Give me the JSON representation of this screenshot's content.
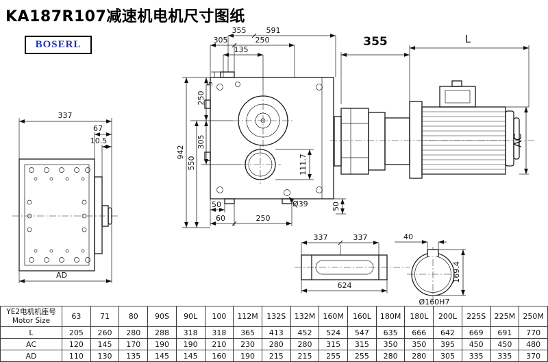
{
  "page": {
    "title": "KA187R107减速机电机尺寸图纸",
    "logo_text": "BOSERL",
    "accent_blue": "#2230ad",
    "line_color": "#1a1a1a"
  },
  "drawing": {
    "left_view": {
      "width_337": "337",
      "dim_67": "67",
      "dim_10_5": "10.5",
      "dim_AD": "AD"
    },
    "front_view": {
      "top_355": "355",
      "top_591": "591",
      "top_305": "305",
      "top_250": "250",
      "top_135": "135",
      "left_942": "942",
      "left_550": "550",
      "left_305": "305",
      "left_250": "250",
      "left_5": "5",
      "right_111_7": "111.7",
      "bottom_50_left": "50",
      "bottom_60": "60",
      "bottom_250": "250",
      "hole_dia": "Ø39",
      "bottom_50_right": "50"
    },
    "motor_view": {
      "dim_355": "355",
      "dim_L": "L",
      "dim_AC": "AC"
    },
    "shaft_view": {
      "dim_337_a": "337",
      "dim_337_b": "337",
      "dim_624": "624"
    },
    "bore_view": {
      "key_width_40": "40",
      "height_169_4": "169.4",
      "bore_dia": "Ø160H7"
    }
  },
  "table": {
    "header_cn": "YE2电机机座号",
    "header_en": "Motor Size",
    "columns": [
      "63",
      "71",
      "80",
      "90S",
      "90L",
      "100",
      "112M",
      "132S",
      "132M",
      "160M",
      "160L",
      "180M",
      "180L",
      "200L",
      "225S",
      "225M",
      "250M"
    ],
    "rows": [
      {
        "label": "L",
        "values": [
          "205",
          "260",
          "280",
          "288",
          "318",
          "318",
          "365",
          "413",
          "452",
          "524",
          "547",
          "635",
          "666",
          "642",
          "669",
          "691",
          "770"
        ]
      },
      {
        "label": "AC",
        "values": [
          "120",
          "145",
          "170",
          "190",
          "190",
          "210",
          "230",
          "280",
          "280",
          "315",
          "315",
          "350",
          "350",
          "395",
          "450",
          "450",
          "480"
        ]
      },
      {
        "label": "AD",
        "values": [
          "110",
          "130",
          "135",
          "145",
          "145",
          "160",
          "190",
          "215",
          "215",
          "255",
          "255",
          "280",
          "280",
          "305",
          "335",
          "335",
          "370"
        ]
      }
    ]
  }
}
